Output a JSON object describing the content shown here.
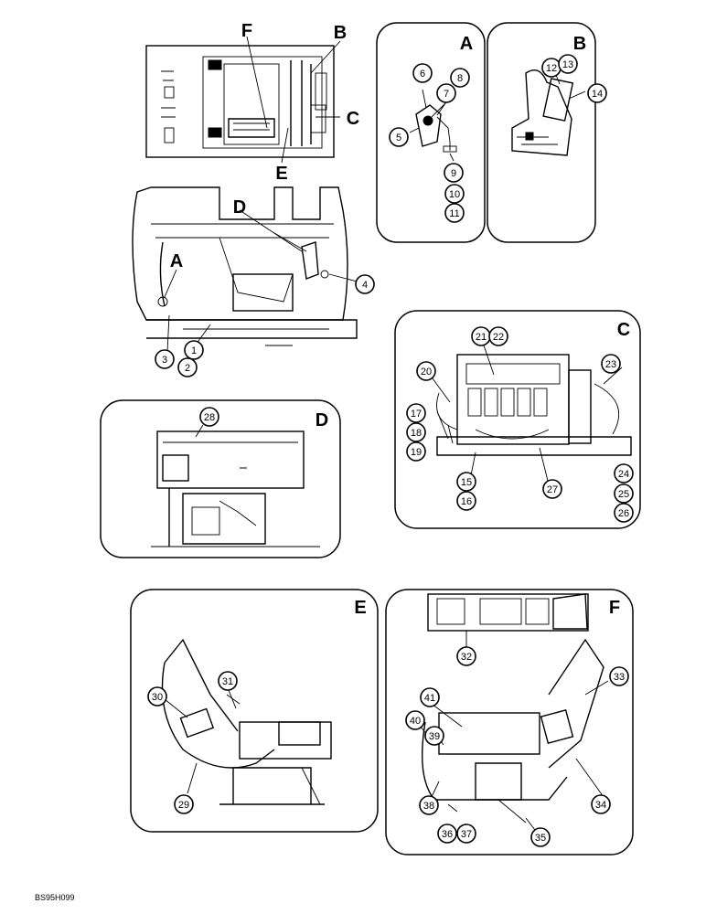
{
  "view_labels": {
    "A": "A",
    "B": "B",
    "C": "C",
    "D": "D",
    "E": "E",
    "F": "F"
  },
  "callouts": [
    "1",
    "2",
    "3",
    "4",
    "5",
    "6",
    "7",
    "8",
    "9",
    "10",
    "11",
    "12",
    "13",
    "14",
    "15",
    "16",
    "17",
    "18",
    "19",
    "20",
    "21",
    "22",
    "23",
    "24",
    "25",
    "26",
    "27",
    "28",
    "29",
    "30",
    "31",
    "32",
    "33",
    "34",
    "35",
    "36",
    "37",
    "38",
    "39",
    "40",
    "41"
  ],
  "reference_code": "BS95H099"
}
